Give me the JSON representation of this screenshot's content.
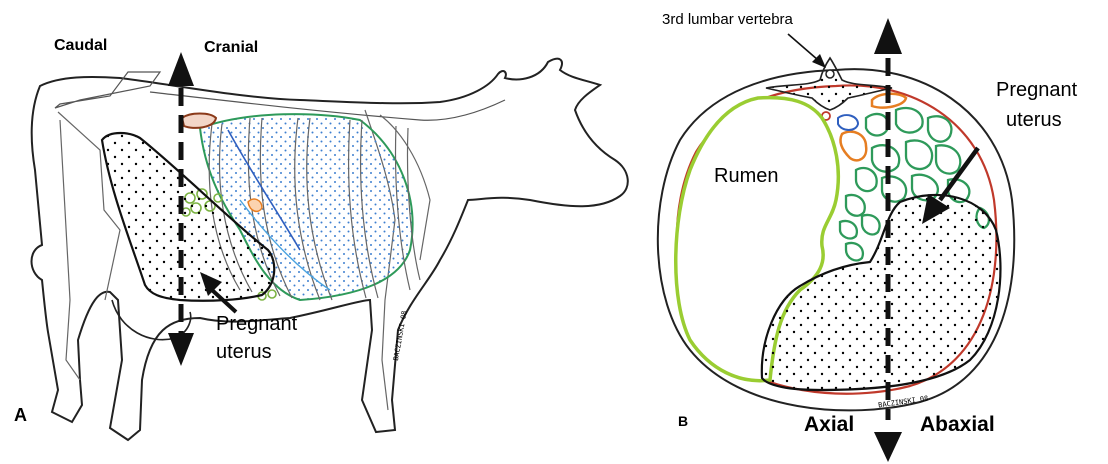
{
  "panel_a": {
    "letter": "A",
    "caudal_label": "Caudal",
    "cranial_label": "Cranial",
    "uterus_label_line1": "Pregnant",
    "uterus_label_line2": "uterus",
    "signature": "BACZINSKI 08"
  },
  "panel_b": {
    "letter": "B",
    "vertebra_label": "3rd lumbar vertebra",
    "rumen_label": "Rumen",
    "uterus_label_line1": "Pregnant",
    "uterus_label_line2": "uterus",
    "axial_label": "Axial",
    "abaxial_label": "Abaxial",
    "signature": "BACZINSKI 08"
  },
  "colors": {
    "outline": "#222222",
    "organ_green": "#2e9a5a",
    "rumen_yellow_green": "#9acd32",
    "peritoneum_red": "#c0392b",
    "dot_blue": "#3d7fd0",
    "kidney_orange": "#e67e22",
    "vessel_blue": "#2f5fbf",
    "accent_brown": "#8b3a1a"
  }
}
